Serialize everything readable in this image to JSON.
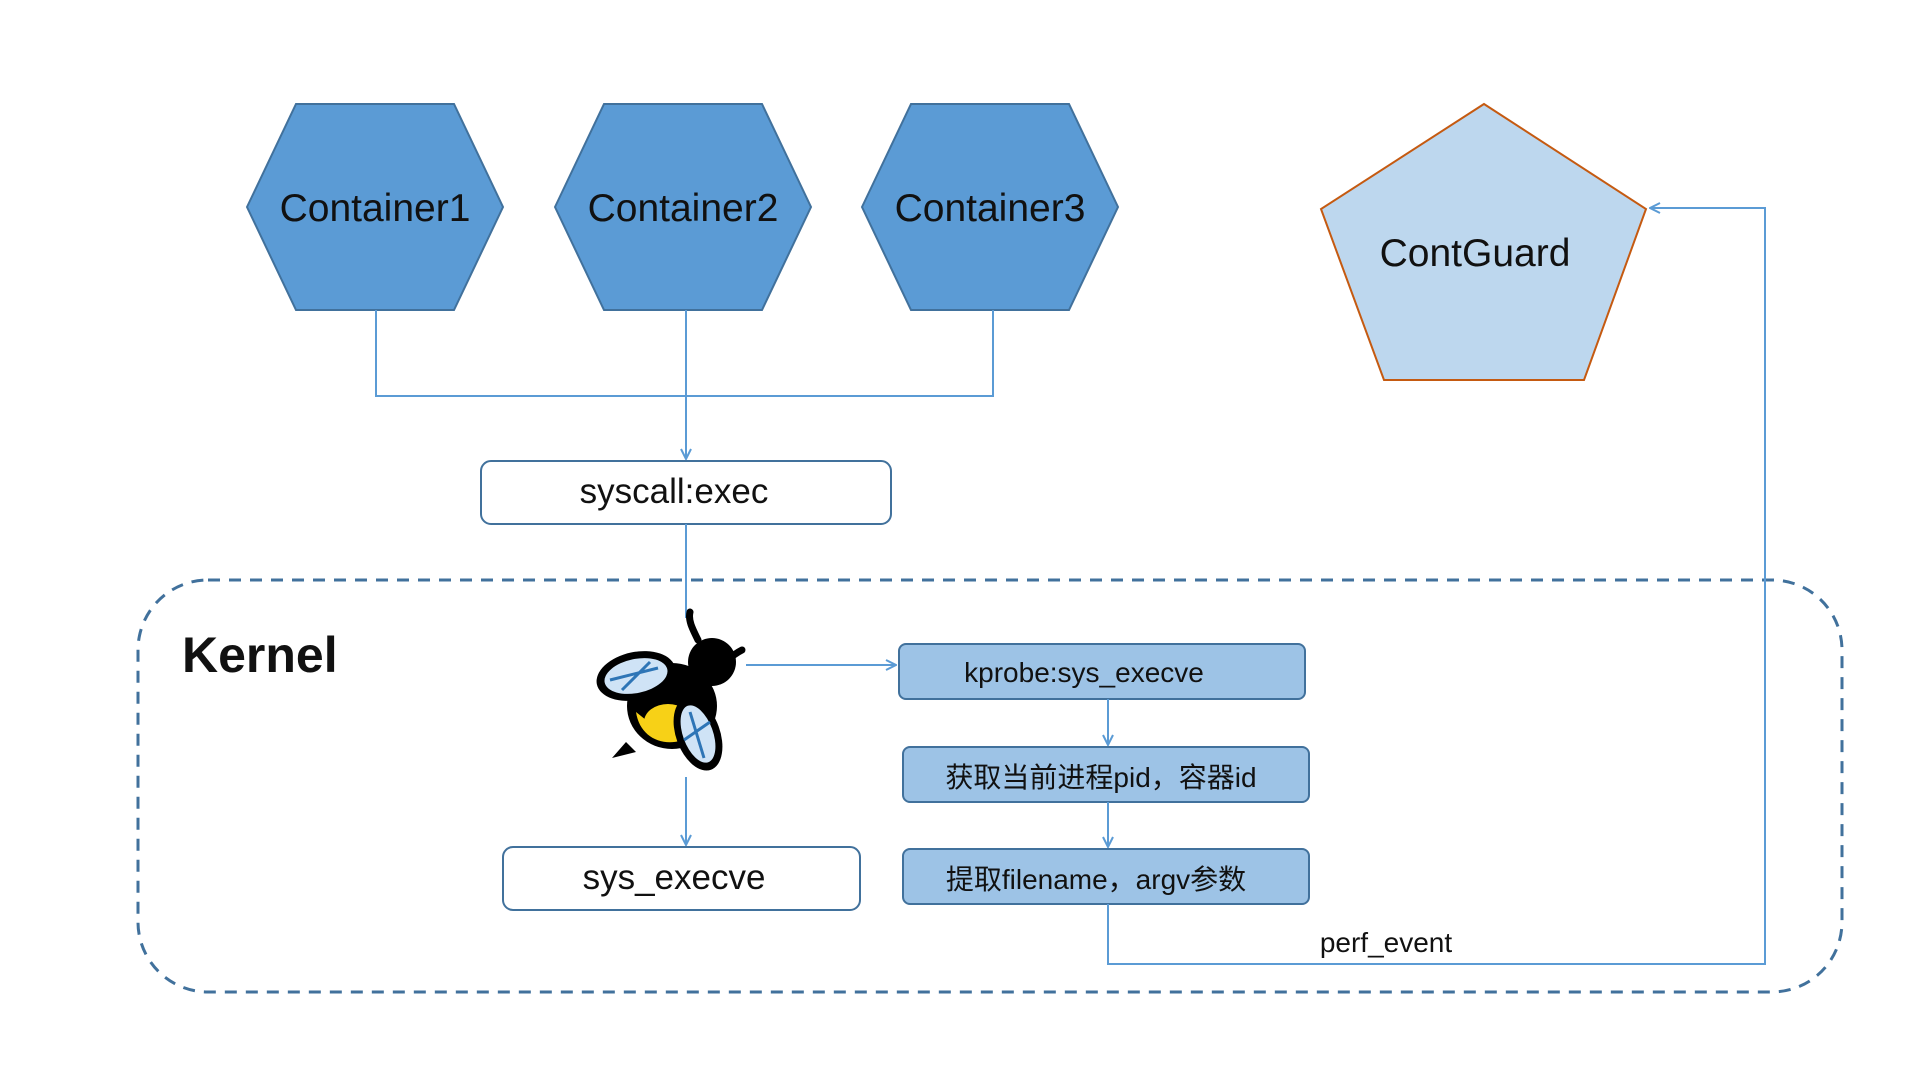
{
  "containers": [
    {
      "label": "Container1"
    },
    {
      "label": "Container2"
    },
    {
      "label": "Container3"
    }
  ],
  "contguard": {
    "label": "ContGuard"
  },
  "syscall_box": {
    "label": "syscall:exec"
  },
  "kernel": {
    "label": "Kernel"
  },
  "sys_execve_box": {
    "label": "sys_execve"
  },
  "kprobe_box": {
    "label": "kprobe:sys_execve"
  },
  "get_pid_box": {
    "label": "获取当前进程pid，容器id"
  },
  "extract_box": {
    "label": "提取filename，argv参数"
  },
  "perf_event": {
    "label": "perf_event"
  },
  "logo": {
    "name": "ebpf-bee-icon"
  },
  "colors": {
    "container_fill": "#5b9bd5",
    "container_stroke": "#41719c",
    "contguard_fill": "#bdd7ee",
    "contguard_stroke": "#c55a11",
    "step_fill": "#9dc3e6",
    "connector": "#5b9bd5",
    "kernel_border": "#41719c"
  }
}
